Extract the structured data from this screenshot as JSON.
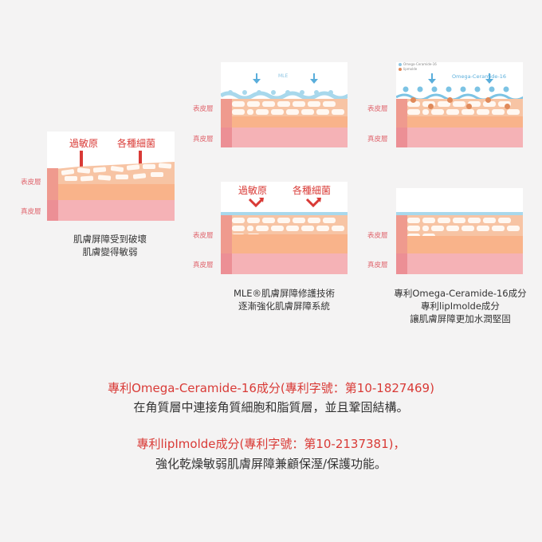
{
  "labels": {
    "epidermis": "表皮層",
    "dermis": "真皮層",
    "allergen": "過敏原",
    "bacteria": "各種細菌",
    "mle": "MLE",
    "omega": "Omega-Ceramide-16"
  },
  "legend": {
    "item1": "Omega-Ceramide-16",
    "item2": "lipmolde"
  },
  "captions": {
    "left_line1": "肌膚屏障受到破壞",
    "left_line2": "肌膚變得敏弱",
    "mid_line1": "MLE®肌膚屏障修護技術",
    "mid_line2": "逐漸強化肌膚屏障系統",
    "right_line1": "專利Omega-Ceramide-16成分",
    "right_line2": "專利lipImolde成分",
    "right_line3": "讓肌膚屏障更加水潤堅固"
  },
  "bottom": {
    "p1_line1": "專利Omega-Ceramide-16成分(專利字號：第10-1827469)",
    "p1_line2": "在角質層中連接角質細胞和脂質層，並且鞏固結構。",
    "p2_line1": "專利lipImolde成分(專利字號：第10-2137381)，",
    "p2_line2": "強化乾燥敏弱肌膚屏障兼顧保溼/保護功能。"
  },
  "colors": {
    "accent_red": "#d93a36",
    "epidermis": "#f7c4a4",
    "dermis": "#f5b2b6",
    "barrier_blue": "#a8d8ec",
    "ceramide_orange": "#e08a5a"
  }
}
